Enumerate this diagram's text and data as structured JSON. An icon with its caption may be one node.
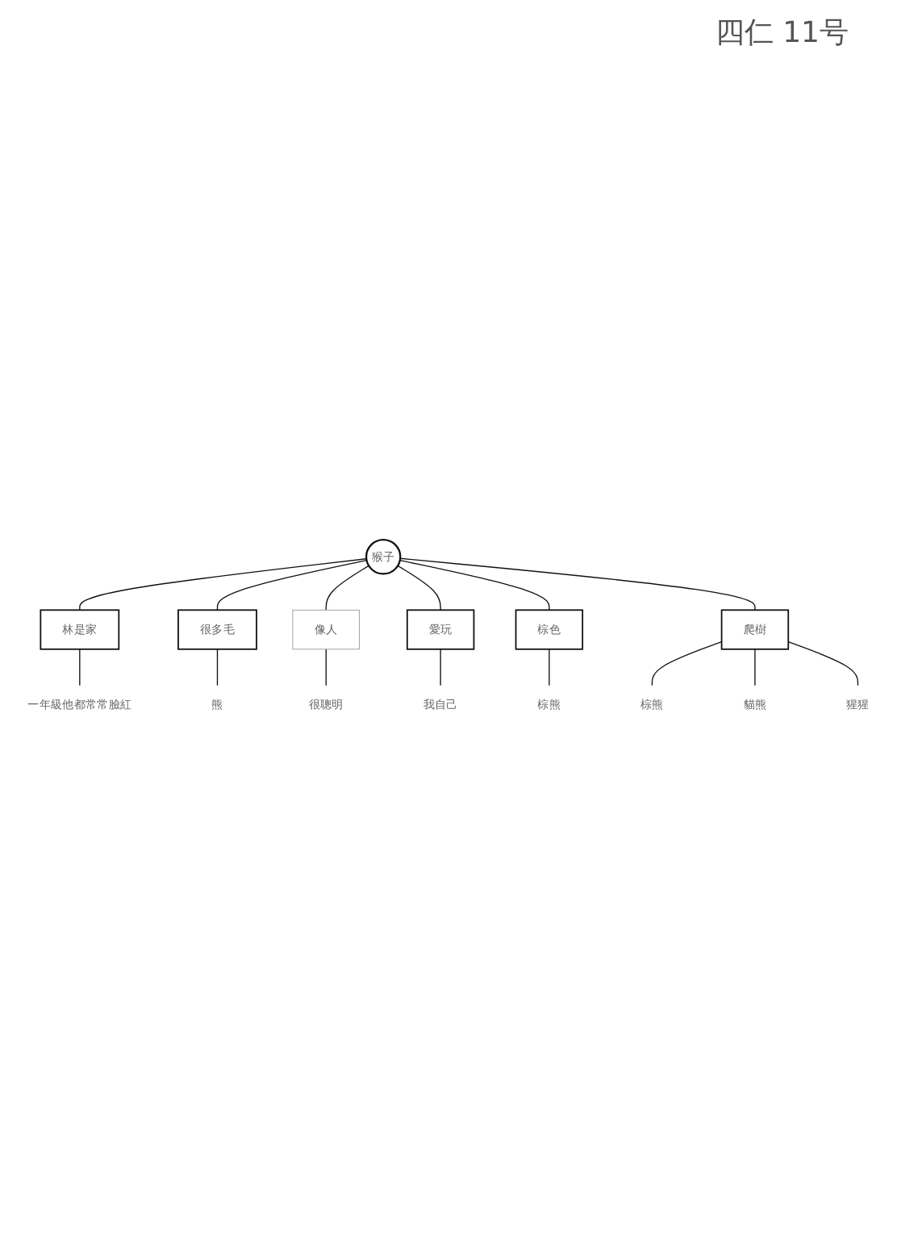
{
  "diagram": {
    "nodes": [
      {
        "text": [
          "猴子"
        ]
      },
      {
        "text": [
          "林是家"
        ]
      },
      {
        "text": [
          "一年級他都常常臉紅"
        ]
      },
      {
        "text": [
          "很多毛"
        ]
      },
      {
        "text": [
          "熊"
        ]
      },
      {
        "text": [
          "像人"
        ]
      },
      {
        "text": [
          "很聰明"
        ]
      },
      {
        "text": [
          "愛玩"
        ]
      },
      {
        "text": [
          "我自己"
        ]
      },
      {
        "text": [
          "棕色"
        ]
      },
      {
        "text": [
          "棕熊"
        ]
      },
      {
        "text": [
          "爬樹"
        ]
      },
      {
        "text": [
          "棕熊"
        ]
      },
      {
        "text": [
          "貓熊"
        ]
      },
      {
        "text": [
          "猩猩"
        ]
      }
    ],
    "edges": [
      {
        "from": 0,
        "to": 1,
        "arrow": "none"
      },
      {
        "from": 1,
        "to": 2,
        "arrow": "none"
      },
      {
        "from": 0,
        "to": 3,
        "arrow": "none"
      },
      {
        "from": 3,
        "to": 4,
        "arrow": "none"
      },
      {
        "from": 0,
        "to": 5,
        "arrow": "none"
      },
      {
        "from": 5,
        "to": 6,
        "arrow": "none"
      },
      {
        "from": 0,
        "to": 7,
        "arrow": "none"
      },
      {
        "from": 7,
        "to": 8,
        "arrow": "none"
      },
      {
        "from": 0,
        "to": 9,
        "arrow": "none"
      },
      {
        "from": 9,
        "to": 10,
        "arrow": "none"
      },
      {
        "from": 0,
        "to": 11,
        "arrow": "none"
      },
      {
        "from": 11,
        "to": 12,
        "arrow": "none"
      },
      {
        "from": 11,
        "to": 13,
        "arrow": "none"
      },
      {
        "from": 11,
        "to": 14,
        "arrow": "none"
      }
    ],
    "labels": [
      "四仁 11号"
    ]
  }
}
